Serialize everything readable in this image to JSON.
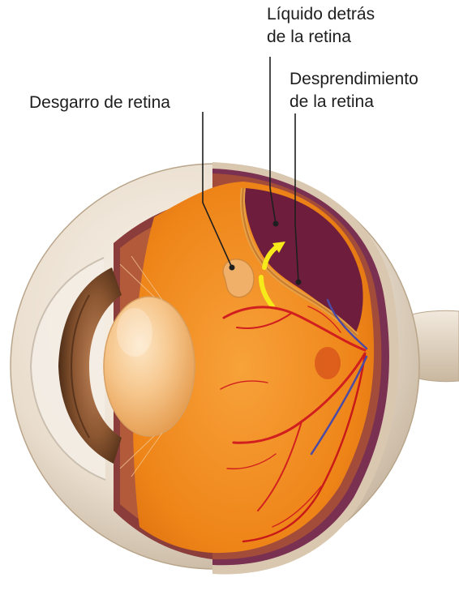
{
  "labels": {
    "tear": {
      "lines": [
        "Desgarro de retina"
      ]
    },
    "fluid": {
      "lines": [
        "Líquido detrás",
        "de la retina"
      ]
    },
    "detachment": {
      "lines": [
        "Desprendimiento",
        "de la retina"
      ]
    }
  },
  "colors": {
    "sclera": "#e8dccd",
    "choroid": "#7a3050",
    "vitreous": "#ef8a1c",
    "fluid": "#6e1e3c",
    "vessels": "#d11f1f",
    "arrows": "#f6ea1a",
    "text": "#1e1e1e"
  }
}
